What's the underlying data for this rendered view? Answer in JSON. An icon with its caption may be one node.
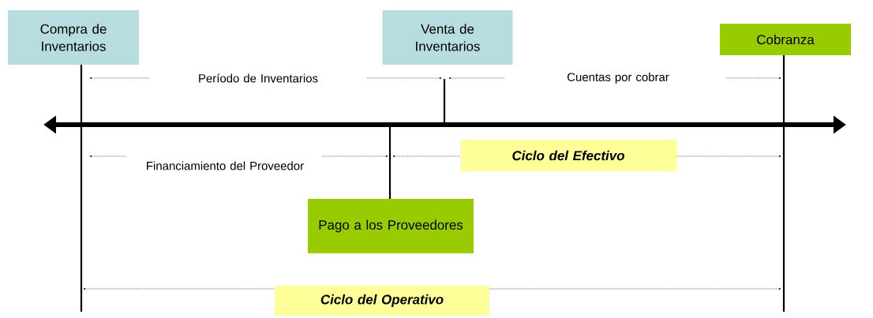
{
  "diagram": {
    "nodes": [
      {
        "text": [
          "Compra de Inventarios"
        ]
      },
      {
        "text": [
          "Venta de Inventarios"
        ]
      },
      {
        "text": [
          "Cobranza"
        ]
      },
      {
        "text": [
          "Pago a los Proveedores"
        ]
      },
      {
        "text": [
          "Ciclo del Efectivo"
        ]
      },
      {
        "text": [
          "Ciclo del Operativo"
        ]
      }
    ],
    "labels": [
      "Período de Inventarios",
      "Cuentas por cobrar",
      "Financiamiento del Proveedor"
    ]
  }
}
